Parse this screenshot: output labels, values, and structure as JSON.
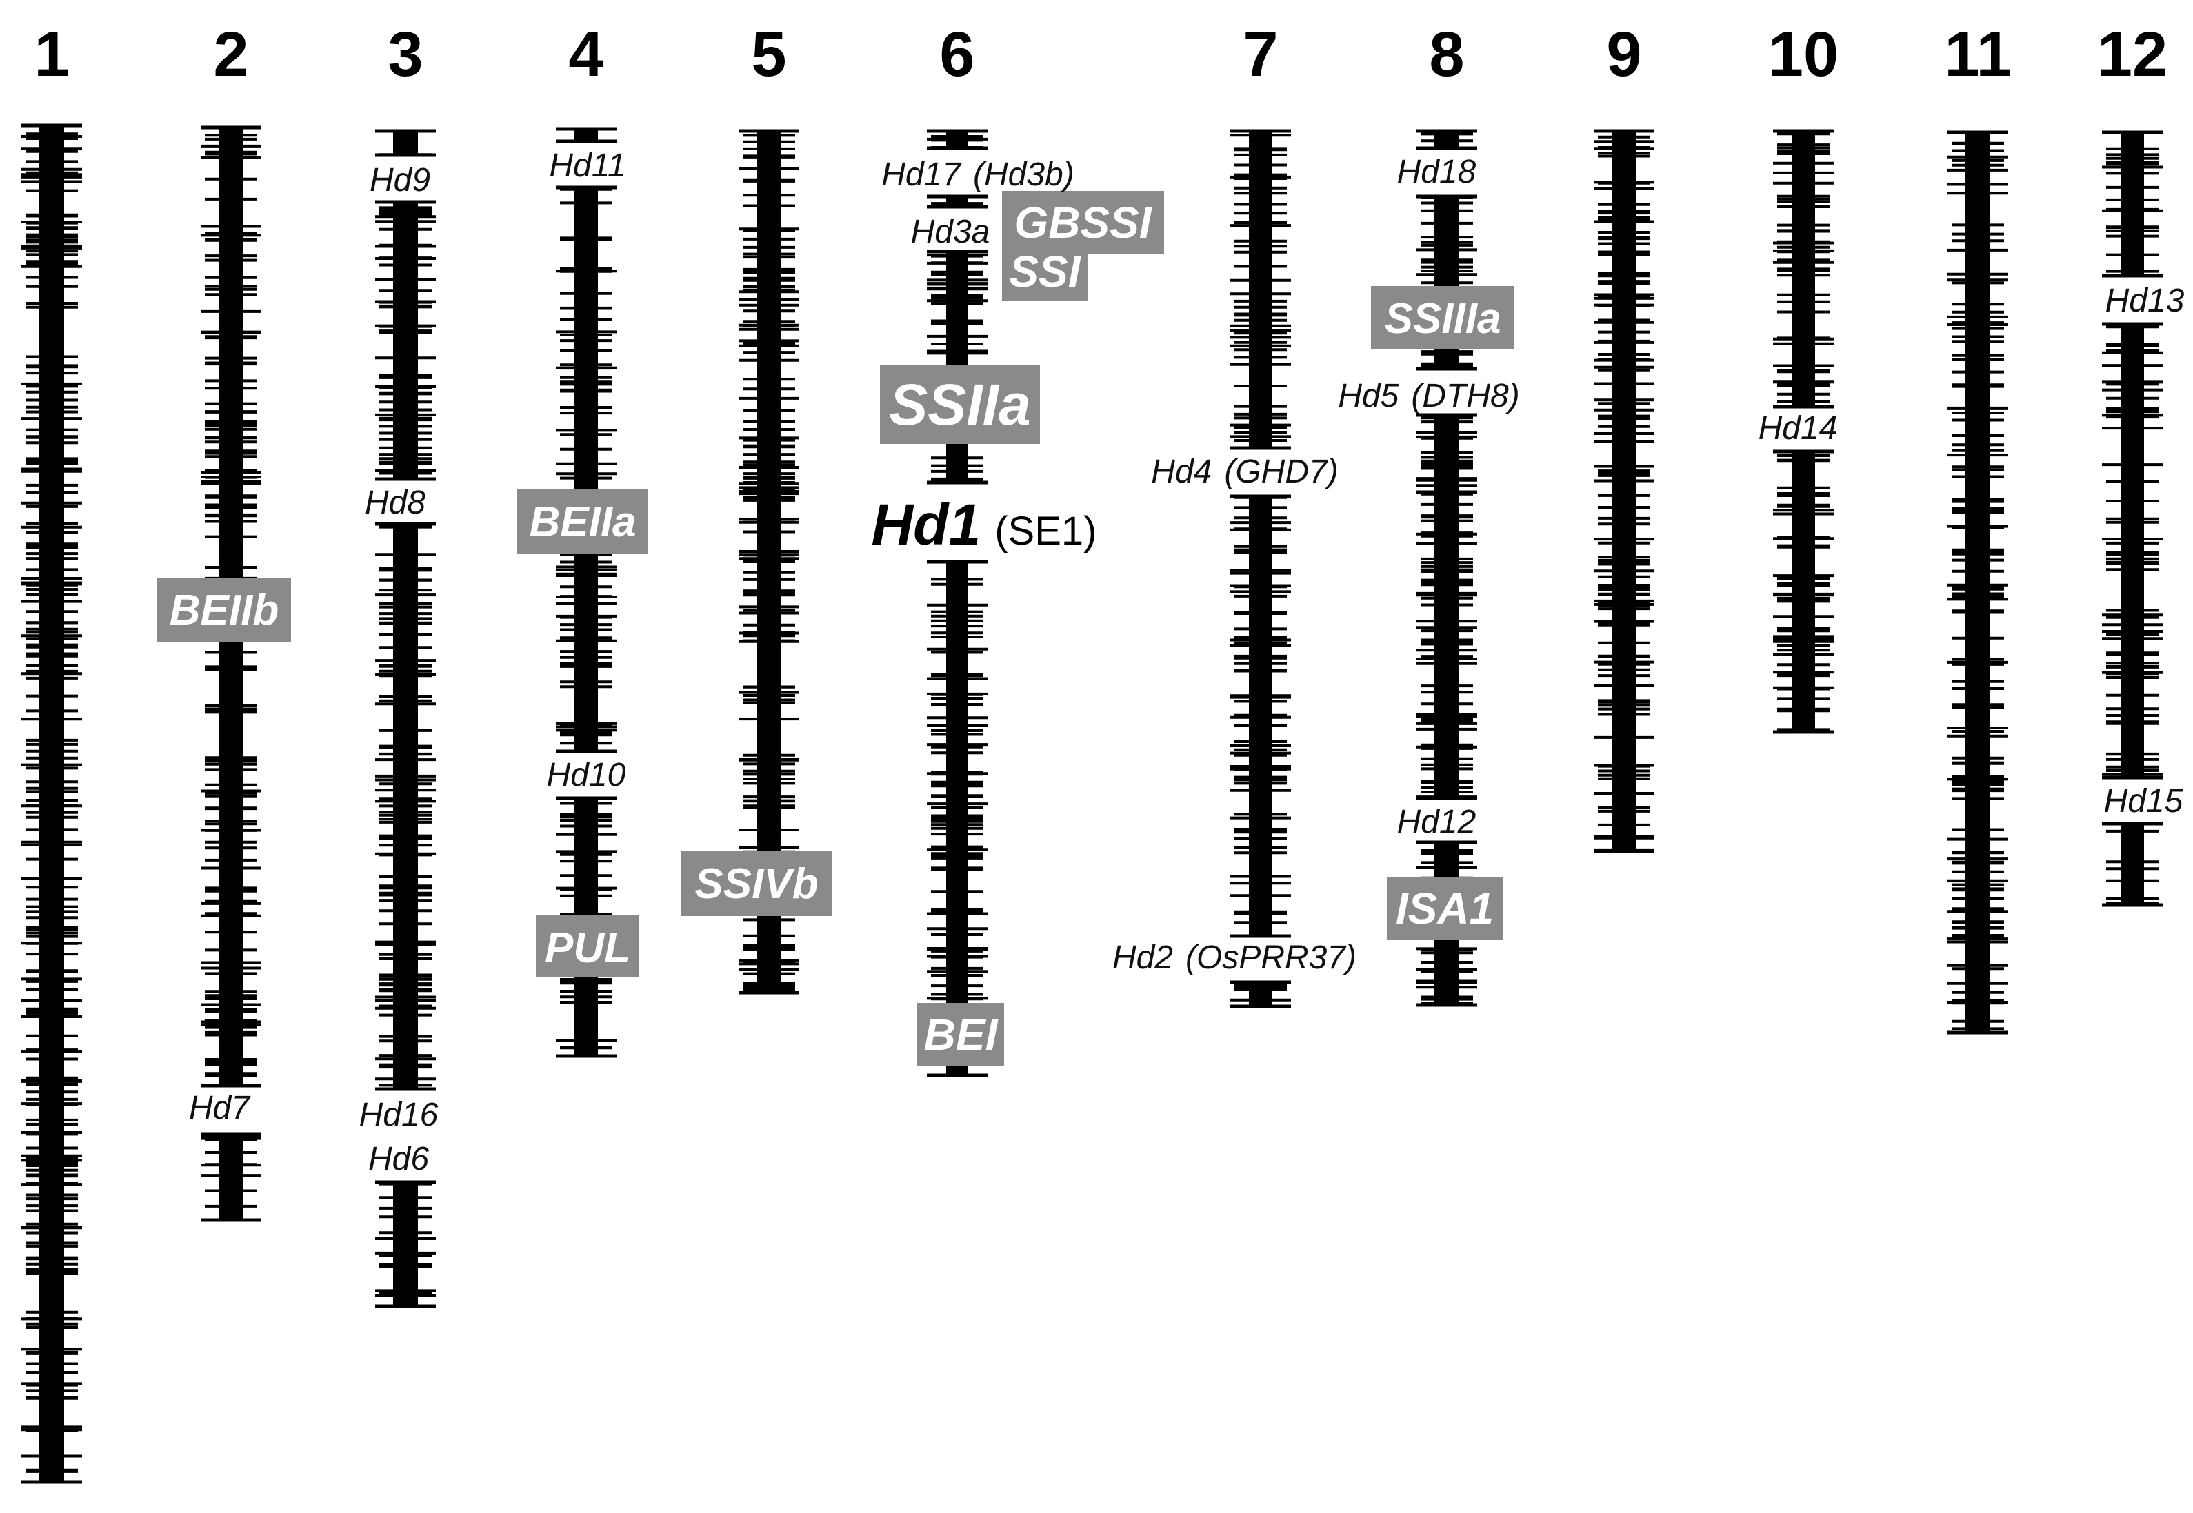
{
  "chromosomes": [
    {
      "id": "1",
      "label": "1"
    },
    {
      "id": "2",
      "label": "2"
    },
    {
      "id": "3",
      "label": "3"
    },
    {
      "id": "4",
      "label": "4"
    },
    {
      "id": "5",
      "label": "5"
    },
    {
      "id": "6",
      "label": "6"
    },
    {
      "id": "7",
      "label": "7"
    },
    {
      "id": "8",
      "label": "8"
    },
    {
      "id": "9",
      "label": "9"
    },
    {
      "id": "10",
      "label": "10"
    },
    {
      "id": "11",
      "label": "11"
    },
    {
      "id": "12",
      "label": "12"
    }
  ],
  "qtl_labels": {
    "hd9": "Hd9",
    "hd8": "Hd8",
    "hd16": "Hd16",
    "hd6": "Hd6",
    "hd7": "Hd7",
    "hd11": "Hd11",
    "hd10": "Hd10",
    "hd17": "Hd17",
    "hd17_alias": "(Hd3b)",
    "hd3a": "Hd3a",
    "hd1": "Hd1",
    "hd1_alias": "(SE1)",
    "hd4": "Hd4",
    "hd4_alias": "(GHD7)",
    "hd2": "Hd2",
    "hd2_alias": "(OsPRR37)",
    "hd18": "Hd18",
    "hd5": "Hd5",
    "hd5_alias": "(DTH8)",
    "hd12": "Hd12",
    "hd14": "Hd14",
    "hd13": "Hd13",
    "hd15": "Hd15"
  },
  "genes": {
    "beiib": "BEIIb",
    "beiia": "BEIIa",
    "pul": "PUL",
    "ssivb": "SSIVb",
    "gbssi": "GBSSI",
    "ssi": "SSI",
    "ssiia": "SSIIa",
    "bei": "BEI",
    "ssiiia": "SSIIIa",
    "isa1": "ISA1"
  },
  "colors": {
    "chromosome": "#000000",
    "gene_box": "#8a8a8a",
    "gene_text": "#ffffff"
  }
}
